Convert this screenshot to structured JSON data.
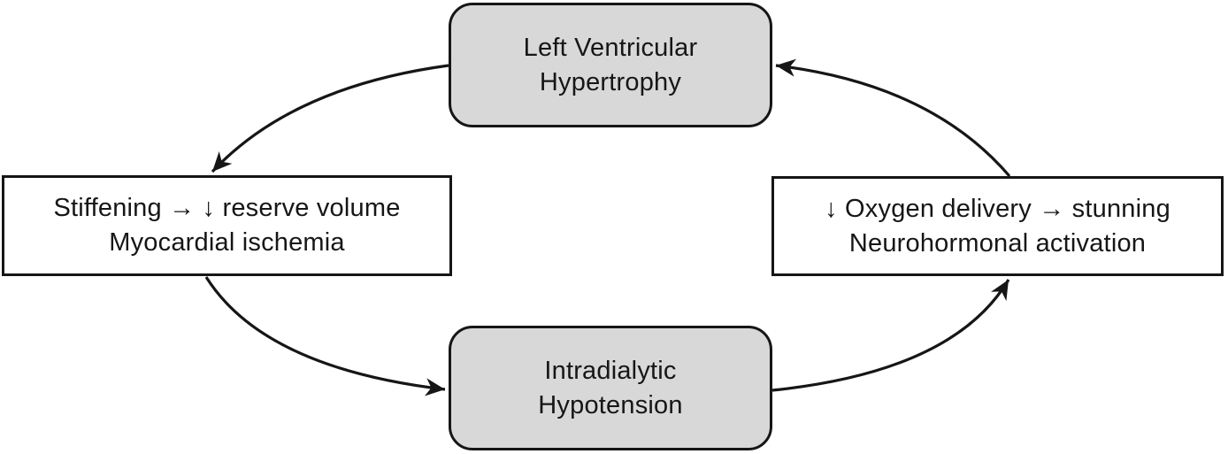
{
  "diagram": {
    "type": "cycle",
    "colors": {
      "background": "#ffffff",
      "node_fill_gray": "#d8d8d8",
      "node_fill_white": "#ffffff",
      "stroke": "#161616",
      "text": "#161616"
    },
    "nodes": [
      {
        "id": "left-ventricular-hypertrophy",
        "shape": "rounded",
        "position": "top",
        "lines": [
          "Left Ventricular",
          "Hypertrophy"
        ]
      },
      {
        "id": "stiffening-reserve-volume",
        "shape": "rect",
        "position": "left",
        "lines": [
          "Stiffening → ↓ reserve volume",
          "Myocardial ischemia"
        ]
      },
      {
        "id": "intradialytic-hypotension",
        "shape": "rounded",
        "position": "bottom",
        "lines": [
          "Intradialytic",
          "Hypotension"
        ]
      },
      {
        "id": "oxygen-delivery-stunning",
        "shape": "rect",
        "position": "right",
        "lines": [
          "↓ Oxygen delivery → stunning",
          "Neurohormonal activation"
        ]
      }
    ],
    "edges": [
      {
        "from": "left-ventricular-hypertrophy",
        "to": "stiffening-reserve-volume"
      },
      {
        "from": "stiffening-reserve-volume",
        "to": "intradialytic-hypotension"
      },
      {
        "from": "intradialytic-hypotension",
        "to": "oxygen-delivery-stunning"
      },
      {
        "from": "oxygen-delivery-stunning",
        "to": "left-ventricular-hypertrophy"
      }
    ]
  }
}
